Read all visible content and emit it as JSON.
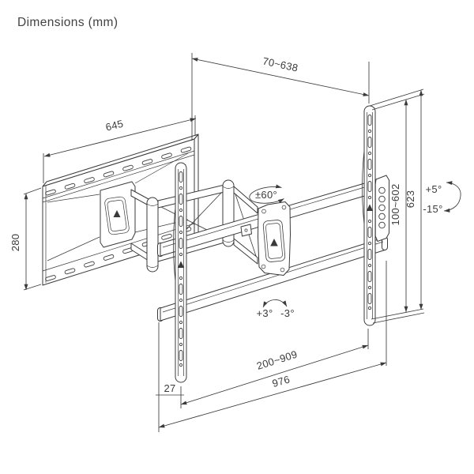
{
  "title": "Dimensions (mm)",
  "colors": {
    "line": "#3a3a3a",
    "background": "#ffffff"
  },
  "labels": {
    "wall_plate_width": "645",
    "wall_plate_height": "280",
    "extension_range": "70~638",
    "rail_height": "623",
    "vertical_adjust_range": "100~602",
    "tilt_up": "+5°",
    "tilt_down": "-15°",
    "swivel_range": "±60°",
    "level_plus": "+3°",
    "level_minus": "-3°",
    "horizontal_adjust_range": "200~909",
    "crossbar_length": "976",
    "rail_offset": "27"
  }
}
